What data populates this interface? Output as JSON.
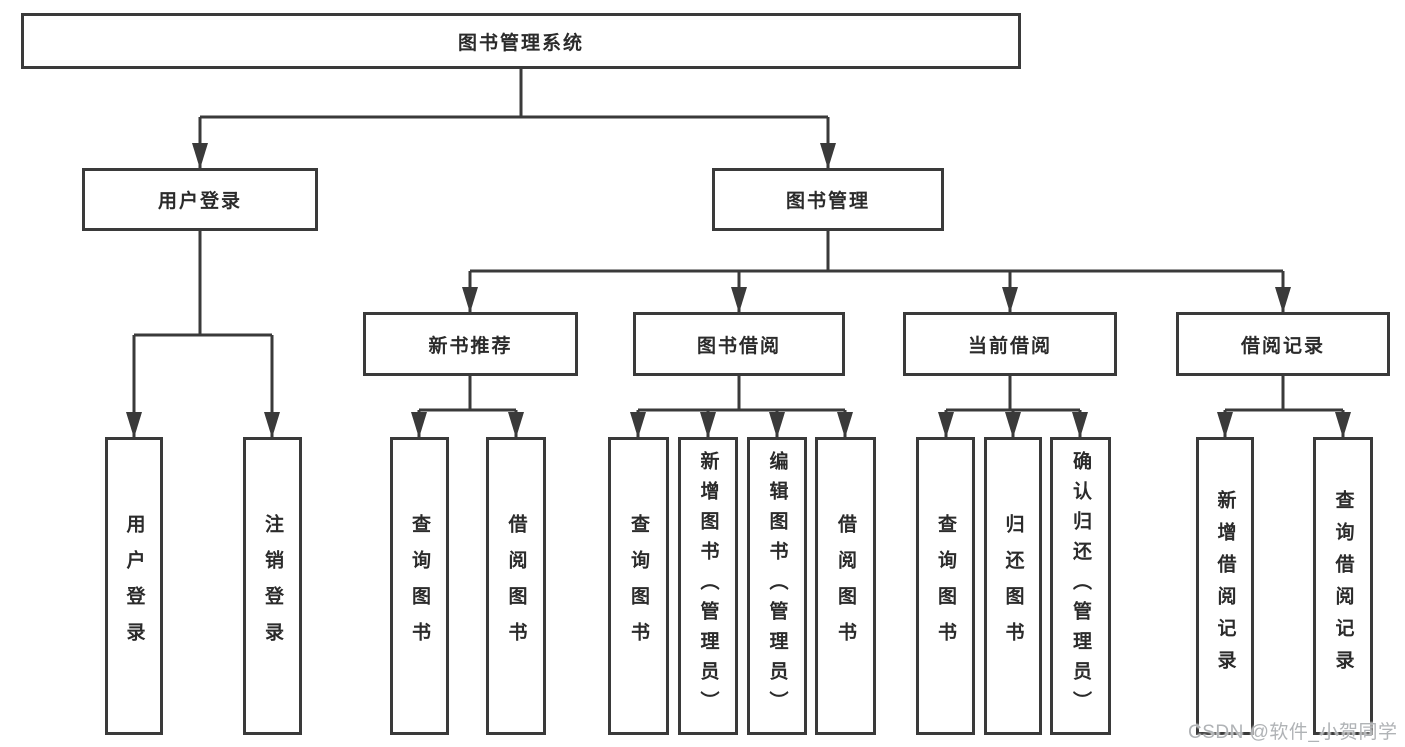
{
  "diagram": {
    "root": {
      "label": "图书管理系统"
    },
    "level2": [
      {
        "label": "用户登录"
      },
      {
        "label": "图书管理"
      }
    ],
    "level3": [
      {
        "label": "新书推荐"
      },
      {
        "label": "图书借阅"
      },
      {
        "label": "当前借阅"
      },
      {
        "label": "借阅记录"
      }
    ],
    "leaves": {
      "user_login": [
        {
          "label": "用户登录"
        },
        {
          "label": "注销登录"
        }
      ],
      "new_book_recommend": [
        {
          "label": "查询图书"
        },
        {
          "label": "借阅图书"
        }
      ],
      "book_borrow": [
        {
          "label": "查询图书"
        },
        {
          "label": "新增图书（管理员）"
        },
        {
          "label": "编辑图书（管理员）"
        },
        {
          "label": "借阅图书"
        }
      ],
      "current_borrow": [
        {
          "label": "查询图书"
        },
        {
          "label": "归还图书"
        },
        {
          "label": "确认归还（管理员）"
        }
      ],
      "borrow_record": [
        {
          "label": "新增借阅记录"
        },
        {
          "label": "查询借阅记录"
        }
      ]
    }
  },
  "watermark": {
    "text": "CSDN @软件_小贺同学"
  },
  "colors": {
    "line": "#3a3a3a",
    "text": "#2b2b2b",
    "watermark": "#b0b3b6",
    "background": "#ffffff"
  }
}
